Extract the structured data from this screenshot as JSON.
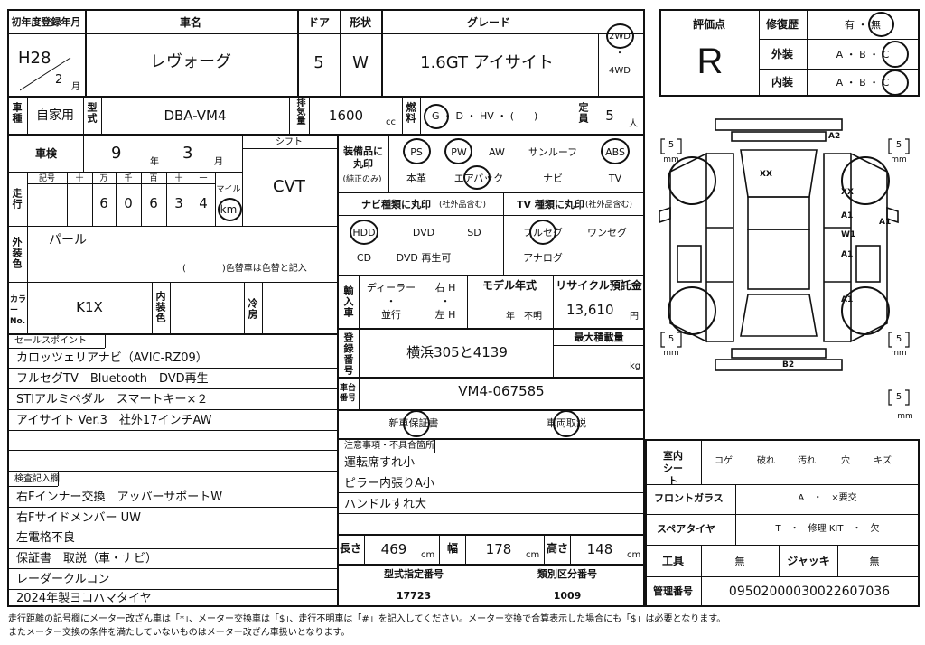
{
  "header": {
    "first_reg_label": "初年度登録年月",
    "first_reg_era": "H28",
    "first_reg_month": "2",
    "first_reg_month_unit": "月",
    "car_name_label": "車名",
    "car_name": "レヴォーグ",
    "doors_label": "ドア",
    "doors": "5",
    "body_label": "形状",
    "body": "W",
    "grade_label": "グレード",
    "grade": "1.6GT アイサイト",
    "drive_2wd": "2WD",
    "drive_dot": "・",
    "drive_4wd": "4WD"
  },
  "rating": {
    "score_label": "評価点",
    "score": "R",
    "repair_label": "修復歴",
    "repair_options": "有 ・ 無",
    "exterior_label": "外装",
    "exterior_options": "A ・ B ・ C",
    "interior_label": "内装",
    "interior_options": "A ・ B ・ C"
  },
  "vehicle": {
    "use_label": "車種",
    "use": "自家用",
    "model_label": "型式",
    "model": "DBA-VM4",
    "displacement_label": "排気量",
    "displacement": "1600",
    "displacement_unit": "cc",
    "fuel_label": "燃料",
    "fuel_options": "G ・ D ・ HV ・ (　　)",
    "capacity_label": "定員",
    "capacity": "5",
    "capacity_unit": "人"
  },
  "inspection": {
    "label": "車検",
    "year": "9",
    "year_unit": "年",
    "month": "3",
    "month_unit": "月",
    "shift_label": "シフト",
    "shift": "CVT"
  },
  "mileage": {
    "label": "走行",
    "digit_headers": [
      "記号",
      "十",
      "万",
      "千",
      "百",
      "十",
      "一"
    ],
    "digits": [
      "6",
      "0",
      "6",
      "3",
      "4"
    ],
    "unit_label": "マイル",
    "unit": "km"
  },
  "color": {
    "label": "外装色",
    "value": "パール",
    "note": "(　　　　)色替車は色替と記入",
    "code_label": "カラーNo.",
    "code": "K1X",
    "interior_label": "内装色",
    "cooler_label": "冷房"
  },
  "equipment": {
    "label": "装備品に丸印",
    "label_sub": "(純正のみ)",
    "row1": [
      "PS",
      "PW",
      "AW",
      "サンルーフ",
      "ABS"
    ],
    "row2": [
      "本革",
      "エアバック",
      "ナビ",
      "TV"
    ]
  },
  "navi": {
    "label": "ナビ種類に丸印",
    "label_sub": "(社外品含む)",
    "row1": [
      "HDD",
      "DVD",
      "SD"
    ],
    "row2": [
      "CD",
      "DVD 再生可"
    ]
  },
  "tv": {
    "label": "TV 種類に丸印",
    "label_sub": "(社外品含む)",
    "row1": [
      "フルセグ",
      "ワンセグ"
    ],
    "row2": [
      "アナログ"
    ]
  },
  "import": {
    "label": "輸入車",
    "dealer": "ディーラー",
    "dot": "・",
    "parallel": "並行",
    "right": "右 H",
    "left": "左 H"
  },
  "model_year": {
    "label": "モデル年式",
    "value": "年　不明"
  },
  "recycle": {
    "label": "リサイクル預託金",
    "value": "13,610",
    "unit": "円"
  },
  "registration": {
    "label": "登録番号",
    "value": "横浜305と4139",
    "max_load_label": "最大積載量",
    "max_load_unit": "kg"
  },
  "chassis": {
    "label": "車台番号",
    "value": "VM4-067585"
  },
  "docs": {
    "warranty": "新車保証書",
    "manual": "車両取説"
  },
  "sales_points": {
    "label": "セールスポイント",
    "lines": [
      "カロッツェリアナビ（AVIC-RZ09）",
      "フルセグTV　Bluetooth　DVD再生",
      "STIアルミペダル　スマートキー×２",
      "アイサイト Ver.3　社外17インチAW"
    ]
  },
  "inspector": {
    "label": "検査記入欄",
    "lines": [
      "右Fインナー交換　アッパーサポートW",
      "右Fサイドメンバー UW",
      "左電格不良",
      "保証書　取説（車・ナビ）",
      "レーダークルコン",
      "2024年製ヨコハマタイヤ"
    ]
  },
  "notes": {
    "label": "注意事項・不具合箇所",
    "lines": [
      "運転席すれ小",
      "ピラー内張りA小",
      "ハンドルすれ大"
    ]
  },
  "dimensions": {
    "length_label": "長さ",
    "length": "469",
    "width_label": "幅",
    "width": "178",
    "height_label": "高さ",
    "height": "148",
    "unit": "cm",
    "type_no_label": "型式指定番号",
    "type_no": "17723",
    "class_no_label": "類別区分番号",
    "class_no": "1009"
  },
  "diagram": {
    "mm": "mm",
    "five": "5",
    "marks": [
      "A2",
      "XX",
      "XX",
      "A1",
      "A1",
      "W1",
      "A1",
      "A1",
      "B2"
    ]
  },
  "condition": {
    "interior_sheet_label": "室内シート",
    "interior_sheet_items": [
      "コゲ",
      "破れ",
      "汚れ",
      "穴",
      "キズ"
    ],
    "windshield_label": "フロントガラス",
    "windshield_options": "A　・　×要交",
    "spare_label": "スペアタイヤ",
    "spare_options": "T　・　修理 KIT　・　欠",
    "tools_label": "工具",
    "tools_value": "無",
    "jack_label": "ジャッキ",
    "jack_value": "無",
    "mgmt_label": "管理番号",
    "mgmt_value": "09502000030022607036"
  },
  "footer": {
    "line1": "走行距離の記号欄にメーター改ざん車は「*」、メーター交換車は「$」、走行不明車は「#」を記入してください。メーター交換で合算表示した場合にも「$」は必要となります。",
    "line2": "またメーター交換の条件を満たしていないものはメーター改ざん車扱いとなります。"
  }
}
